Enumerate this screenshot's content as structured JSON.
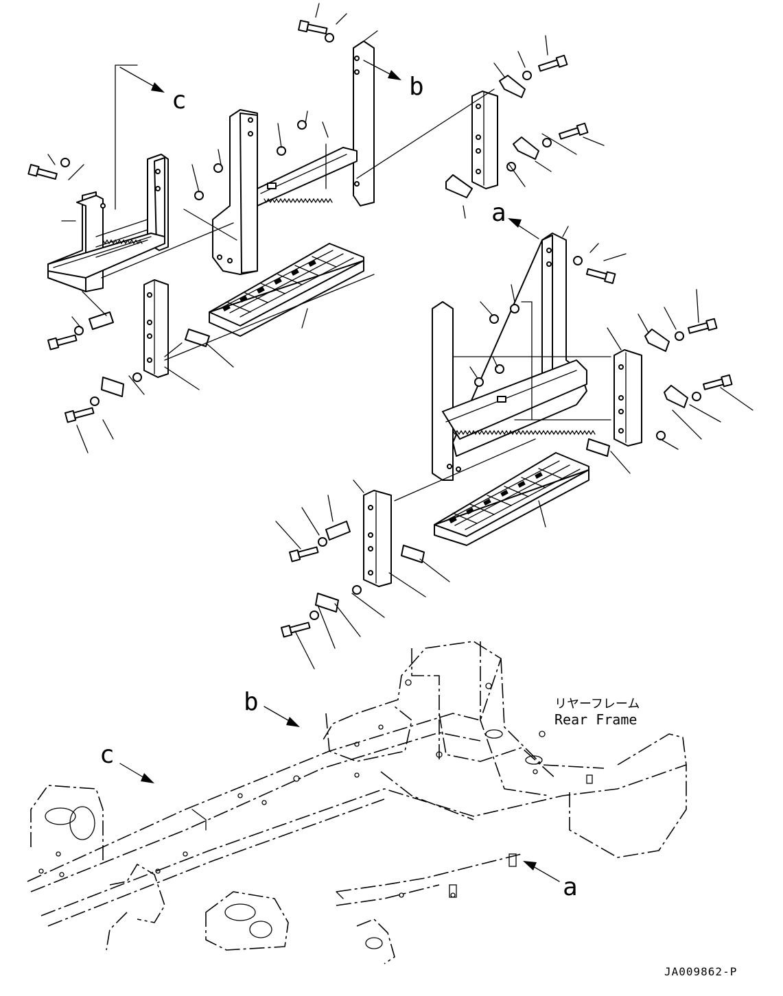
{
  "labels": {
    "a": "a",
    "b": "b",
    "c": "c"
  },
  "frame_label": {
    "japanese": "リヤーフレーム",
    "english": "Rear Frame"
  },
  "drawing_code": "JA009862-P"
}
